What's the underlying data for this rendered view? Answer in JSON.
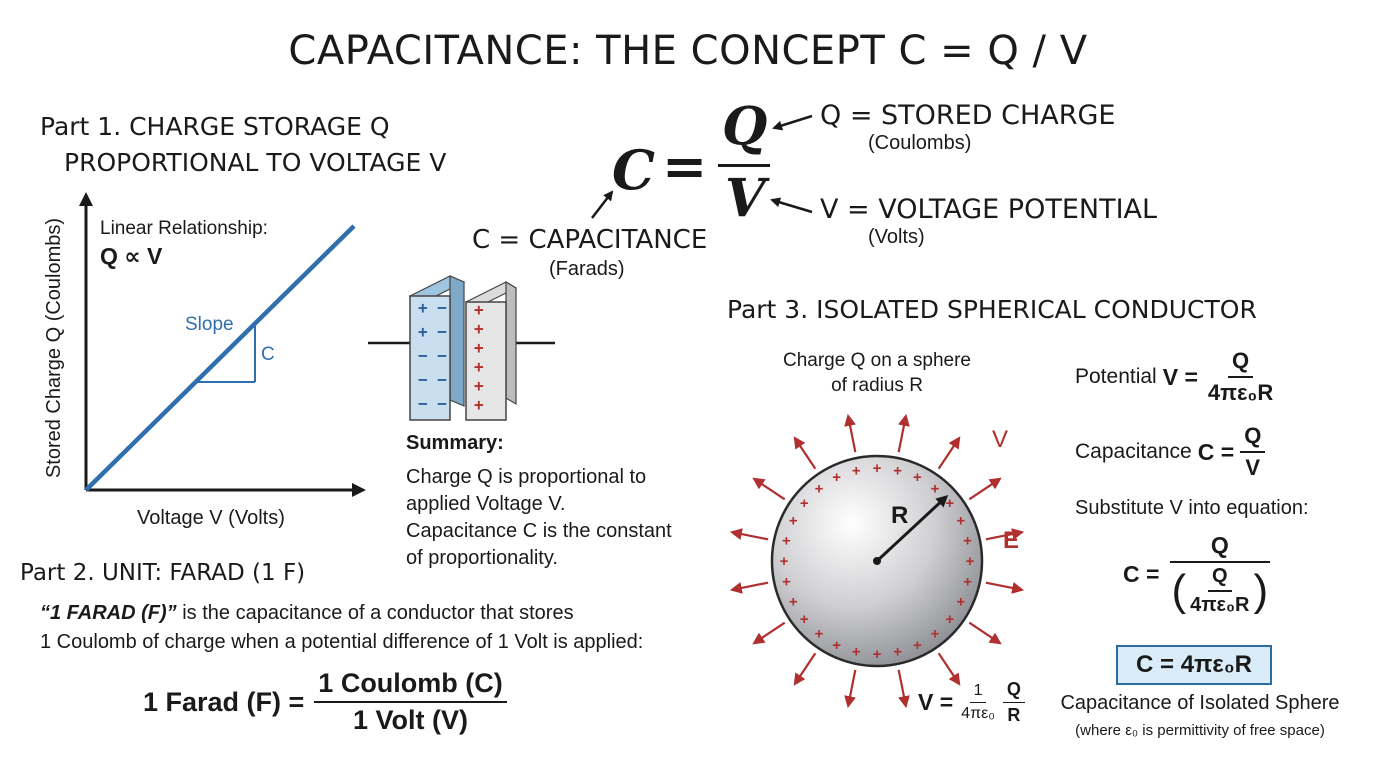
{
  "title": "CAPACITANCE: THE CONCEPT C = Q / V",
  "main_formula": {
    "lhs": "C",
    "eq": "=",
    "numerator": "Q",
    "denominator": "V",
    "q_label": "Q = STORED CHARGE",
    "q_unit": "(Coulombs)",
    "v_label": "V = VOLTAGE POTENTIAL",
    "v_unit": "(Volts)",
    "c_label": "C = CAPACITANCE",
    "c_unit": "(Farads)"
  },
  "part1": {
    "heading_line1": "Part 1. CHARGE STORAGE Q",
    "heading_line2": "PROPORTIONAL TO VOLTAGE V",
    "y_axis_label": "Stored Charge Q (Coulombs)",
    "x_axis_label": "Voltage V (Volts)",
    "relation_title": "Linear Relationship:",
    "relation": "Q ∝ V",
    "slope_label": "Slope",
    "slope_value": "C",
    "summary_title": "Summary:",
    "summary_lines": [
      "Charge Q is proportional to",
      "applied Voltage V.",
      "Capacitance C is the constant",
      "of proportionality."
    ],
    "plate_left_signs": [
      "+",
      "−",
      "+",
      "−",
      "−",
      "−",
      "−",
      "−",
      "−",
      "−"
    ],
    "plate_right_signs": [
      "+",
      "+",
      "+",
      "+",
      "+",
      "+"
    ]
  },
  "part2": {
    "heading": "Part 2. UNIT: FARAD (1 F)",
    "def_quote": "“1 FARAD (F)”",
    "def_rest": " is the capacitance of a conductor that stores",
    "def_line2": "1 Coulomb of charge when a potential difference of 1 Volt is applied:",
    "eq_lhs": "1 Farad (F) =",
    "eq_num": "1 Coulomb (C)",
    "eq_den": "1 Volt (V)"
  },
  "part3": {
    "heading": "Part 3. ISOLATED SPHERICAL CONDUCTOR",
    "sphere_caption_line1": "Charge Q on a sphere",
    "sphere_caption_line2": "of radius R",
    "radius_label": "R",
    "v_field_label": "V",
    "e_field_label": "E",
    "v_eq_lhs": "V =",
    "v_eq_num1": "1",
    "v_eq_den1": "4πε₀",
    "v_eq_num2": "Q",
    "v_eq_den2": "R",
    "potential_prefix": "Potential ",
    "potential_var": "V =",
    "potential_num": "Q",
    "potential_den": "4πε₀R",
    "capacitance_prefix": "Capacitance ",
    "capacitance_var": "C =",
    "capacitance_num": "Q",
    "capacitance_den": "V",
    "substitute_text": "Substitute V into equation:",
    "sub_lhs": "C =",
    "sub_num": "Q",
    "sub_inner_num": "Q",
    "sub_inner_den": "4πε₀R",
    "result": "C = 4πε₀R",
    "result_caption": "Capacitance of Isolated Sphere",
    "result_note": "(where ε₀ is permittivity of free space)",
    "colors": {
      "result_box_fill": "#d9ecf8",
      "result_box_border": "#2b6ca3",
      "field_arrow": "#b03030",
      "graph_line": "#2f6fad"
    }
  }
}
